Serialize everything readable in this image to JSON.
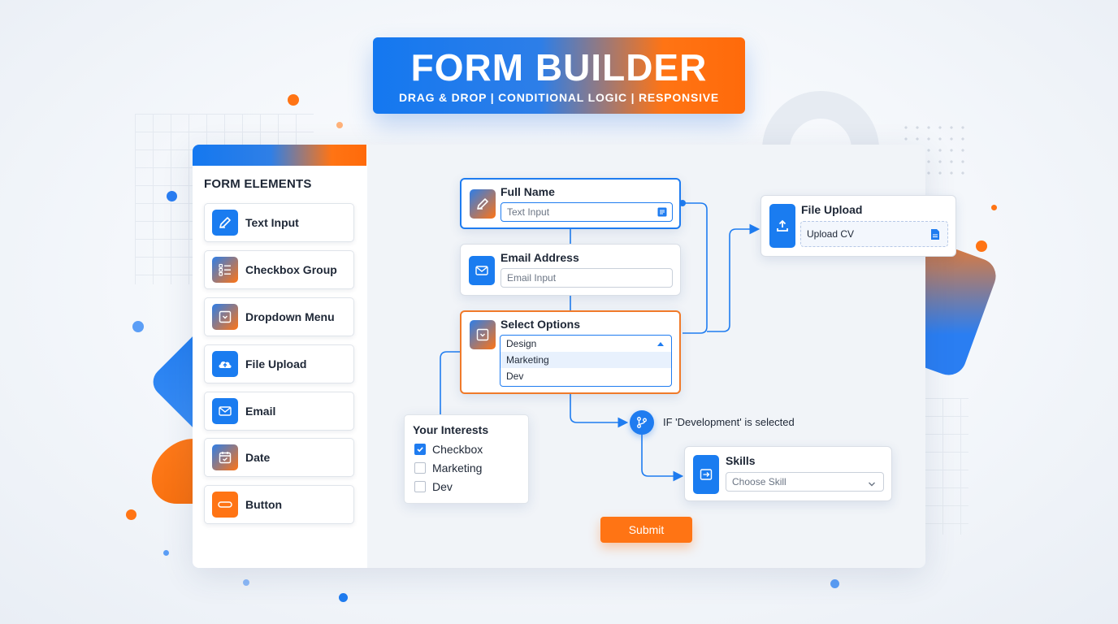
{
  "banner": {
    "title": "FORM BUILDER",
    "subtitle": "DRAG & DROP | CONDITIONAL LOGIC | RESPONSIVE"
  },
  "colors": {
    "accent_blue": "#1f7cf0",
    "accent_orange": "#ff7414",
    "text": "#1e2736"
  },
  "sidebar": {
    "title": "FORM ELEMENTS",
    "items": [
      {
        "label": "Text Input",
        "icon": "pencil-icon"
      },
      {
        "label": "Checkbox Group",
        "icon": "checklist-icon"
      },
      {
        "label": "Dropdown Menu",
        "icon": "dropdown-icon"
      },
      {
        "label": "File Upload",
        "icon": "cloud-upload-icon"
      },
      {
        "label": "Email",
        "icon": "envelope-icon"
      },
      {
        "label": "Date",
        "icon": "calendar-icon"
      },
      {
        "label": "Button",
        "icon": "button-icon"
      }
    ]
  },
  "fields": {
    "full_name": {
      "title": "Full Name",
      "placeholder": "Text Input"
    },
    "email": {
      "title": "Email Address",
      "placeholder": "Email Input"
    },
    "select": {
      "title": "Select Options",
      "selected": "Design",
      "options": [
        "Marketing",
        "Dev"
      ]
    },
    "file_upload": {
      "title": "File Upload",
      "placeholder": "Upload CV"
    },
    "skills": {
      "title": "Skills",
      "placeholder": "Choose Skill"
    }
  },
  "interests": {
    "title": "Your Interests",
    "options": [
      {
        "label": "Checkbox",
        "checked": true
      },
      {
        "label": "Marketing",
        "checked": false
      },
      {
        "label": "Dev",
        "checked": false
      }
    ]
  },
  "condition": {
    "text": "IF 'Development' is selected"
  },
  "submit": {
    "label": "Submit"
  }
}
